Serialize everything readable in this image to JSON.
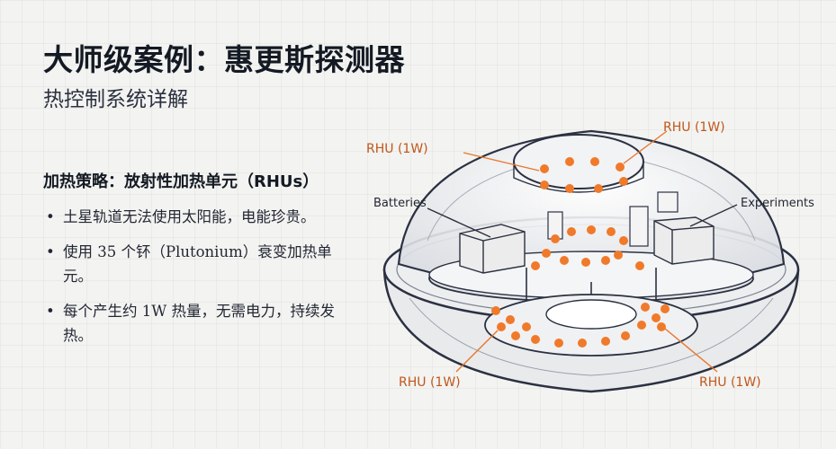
{
  "slide": {
    "title": "大师级案例：惠更斯探测器",
    "subtitle": "热控制系统详解"
  },
  "strategy": {
    "heading": "加热策略：放射性加热单元（RHUs）",
    "bullets": [
      "土星轨道无法使用太阳能，电能珍贵。",
      "使用 35 个钚（Plutonium）衰变加热单元。",
      "每个产生约 1W 热量，无需电力，持续发热。"
    ]
  },
  "diagram": {
    "labels": {
      "rhu_top_left": "RHU (1W)",
      "rhu_top_right": "RHU (1W)",
      "rhu_bottom_left": "RHU (1W)",
      "rhu_bottom_right": "RHU (1W)",
      "batteries": "Batteries",
      "experiments": "Experiments"
    },
    "colors": {
      "rhu_fill": "#f07a2a",
      "rhu_glow": "#ffb884",
      "leader_rhu": "#e8762b",
      "leader_dark": "#2a2f3a",
      "outline": "#2b3142"
    }
  }
}
